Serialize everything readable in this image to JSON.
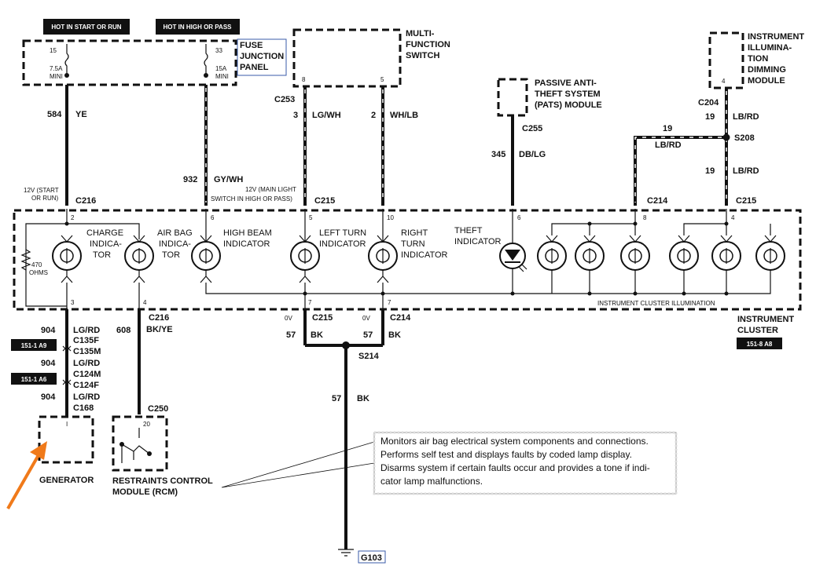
{
  "header_labels": {
    "hot_start_run": "HOT IN START OR RUN",
    "hot_high_pass": "HOT IN HIGH  OR PASS"
  },
  "fuse_panel": {
    "label": "FUSE JUNCTION PANEL",
    "line1": "FUSE",
    "line2": "JUNCTION",
    "line3": "PANEL",
    "fuse15": "15",
    "fuse15_rating": "7.5A",
    "fuse15_type": "MINI",
    "fuse33": "33",
    "fuse33_rating": "15A",
    "fuse33_type": "MINI"
  },
  "mfs": {
    "line1": "MULTI-",
    "line2": "FUNCTION",
    "line3": "SWITCH",
    "pin8": "8",
    "pin5": "5"
  },
  "pats": {
    "line1": "PASSIVE ANTI-",
    "line2": "THEFT SYSTEM",
    "line3": "(PATS) MODULE"
  },
  "dimming": {
    "line1": "INSTRUMENT",
    "line2": "ILLUMINA-",
    "line3": "TION",
    "line4": "DIMMING",
    "line5": "MODULE",
    "pin": "4"
  },
  "wires": {
    "w584": "584",
    "ye": "YE",
    "w932": "932",
    "gywh": "GY/WH",
    "w3": "3",
    "lgwh": "LG/WH",
    "w2": "2",
    "whlb": "WH/LB",
    "w345": "345",
    "dblg": "DB/LG",
    "w19a": "19",
    "lbrda": "LB/RD",
    "w19b": "19",
    "lbrdb": "LB/RD",
    "w19c": "19",
    "lbrdc": "LB/RD",
    "w904a": "904",
    "lgrda": "LG/RD",
    "w904b": "904",
    "lgrdb": "LG/RD",
    "w904c": "904",
    "lgrdc": "LG/RD",
    "w608": "608",
    "bkye": "BK/YE",
    "w57a": "57",
    "bka": "BK",
    "w57b": "57",
    "bkb": "BK",
    "w57c": "57",
    "bkc": "BK",
    "zero_v_a": "0V",
    "zero_v_b": "0V"
  },
  "connectors": {
    "c216a": "C216",
    "c215a": "C215",
    "c214a": "C214",
    "c215b": "C215",
    "c253": "C253",
    "c255": "C255",
    "c204": "C204",
    "s208": "S208",
    "c216b": "C216",
    "c215c": "C215",
    "c214b": "C214",
    "s214": "S214",
    "c135f": "C135F",
    "c135m": "C135M",
    "c124m": "C124M",
    "c124f": "C124F",
    "c168": "C168",
    "c250": "C250",
    "g103": "G103"
  },
  "voltage_notes": {
    "start_run1": "12V (START",
    "start_run2": "OR RUN)",
    "main_light1": "12V (MAIN LIGHT",
    "main_light2": "SWITCH IN HIGH OR PASS)"
  },
  "cluster_pins": {
    "p2": "2",
    "p6": "6",
    "p5": "5",
    "p10": "10",
    "p6b": "6",
    "p8": "8",
    "p4": "4",
    "p3": "3",
    "p4b": "4",
    "p7a": "7",
    "p7b": "7"
  },
  "indicators": {
    "charge1": "CHARGE",
    "charge2": "INDICA-",
    "charge3": "TOR",
    "airbag1": "AIR BAG",
    "airbag2": "INDICA-",
    "airbag3": "TOR",
    "high_beam1": "HIGH BEAM",
    "high_beam2": "INDICATOR",
    "left1": "LEFT TURN",
    "left2": "INDICATOR",
    "right1": "RIGHT",
    "right2": "TURN",
    "right3": "INDICATOR",
    "theft1": "THEFT",
    "theft2": "INDICATOR",
    "resistor1": "470",
    "resistor2": "OHMS",
    "illumination": "INSTRUMENT CLUSTER ILLUMINATION"
  },
  "cluster": {
    "line1": "INSTRUMENT",
    "line2": "CLUSTER",
    "ref": "151-8 A8"
  },
  "refs": {
    "a9": "151-1 A9",
    "a6": "151-1 A6"
  },
  "generator": {
    "label": "GENERATOR",
    "pin": "I"
  },
  "rcm": {
    "line1": "RESTRAINTS CONTROL",
    "line2": "MODULE (RCM)",
    "pin": "20"
  },
  "note": {
    "line1": "Monitors air bag electrical system components and connections.",
    "line2": "Performs self test and displays faults by coded lamp display.",
    "line3": "Disarms system if certain faults occur and provides a tone if indi-",
    "line4": "cator lamp malfunctions."
  },
  "colors": {
    "arrow": "#f07a1a"
  }
}
